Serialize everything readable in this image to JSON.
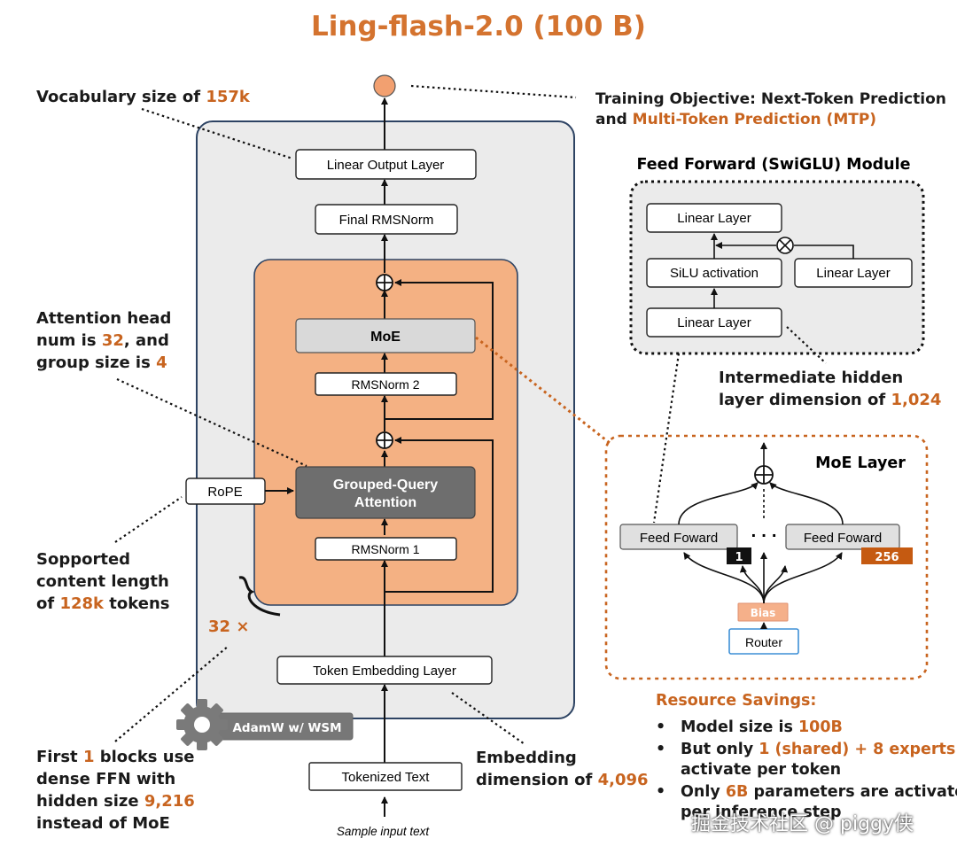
{
  "title": "Ling-flash-2.0 (100 B)",
  "labels": {
    "linear_output": "Linear Output Layer",
    "final_norm": "Final RMSNorm",
    "moe": "MoE",
    "rmsnorm2": "RMSNorm 2",
    "gqa_line1": "Grouped-Query",
    "gqa_line2": "Attention",
    "rmsnorm1": "RMSNorm 1",
    "rope": "RoPE",
    "token_embedding": "Token Embedding Layer",
    "tokenized_text": "Tokenized Text",
    "sample_input": "Sample input text",
    "optimizer": "AdamW w/ WSM",
    "repeat": "32 ×"
  },
  "ffn_module": {
    "title": "Feed Forward (SwiGLU) Module",
    "linear_top": "Linear Layer",
    "silu": "SiLU activation",
    "linear_right": "Linear Layer",
    "linear_bottom": "Linear Layer"
  },
  "moe_layer": {
    "title": "MoE Layer",
    "ff_left": "Feed Foward",
    "ff_right": "Feed Foward",
    "ff_left_idx": "1",
    "ff_right_idx": "256",
    "dots": "· · ·",
    "bias": "Bias",
    "router": "Router"
  },
  "annotations": {
    "vocab_pre": "Vocabulary size of ",
    "vocab_val": "157k",
    "objective_l1": "Training Objective: Next-Token Prediction",
    "objective_l2_pre": "and ",
    "objective_l2_val": "Multi-Token Prediction (MTP)",
    "attn_l1": "Attention head",
    "attn_l2_pre": "num is ",
    "attn_l2_val": "32",
    "attn_l2_post": ", and",
    "attn_l3_pre": "group size is ",
    "attn_l3_val": "4",
    "ctx_l1": "Sopported",
    "ctx_l2": "content length",
    "ctx_l3_pre": "of ",
    "ctx_l3_val": "128k",
    "ctx_l3_post": " tokens",
    "dense_l1_pre": "First ",
    "dense_l1_val": "1",
    "dense_l1_post": " blocks use",
    "dense_l2": "dense FFN with",
    "dense_l3_pre": "hidden size ",
    "dense_l3_val": "9,216",
    "dense_l4": "instead of MoE",
    "emb_l1": "Embedding",
    "emb_l2_pre": "dimension of ",
    "emb_l2_val": "4,096",
    "inter_l1": "Intermediate hidden",
    "inter_l2_pre": "layer dimension of ",
    "inter_l2_val": "1,024"
  },
  "resources": {
    "heading": "Resource Savings:",
    "b1_pre": "Model size is ",
    "b1_val": "100B",
    "b2_pre": "But only ",
    "b2_val": "1 (shared) + 8 experts",
    "b2_l2": "activate per token",
    "b3_pre": "Only ",
    "b3_val": "6B",
    "b3_post": " parameters are activate",
    "b3_l2": "per inference step"
  },
  "watermark": "掘金技术社区 @ piggy侠",
  "colors": {
    "orange_text": "#c8641f",
    "block_fill": "#f4b183",
    "outer_fill": "#ebebeb",
    "outer_border": "#2d4363",
    "gqa_fill": "#6e6e6e",
    "moe_fill": "#d9d9d9",
    "bias_fill": "#f5b08a",
    "router_border": "#3d8fd6"
  }
}
